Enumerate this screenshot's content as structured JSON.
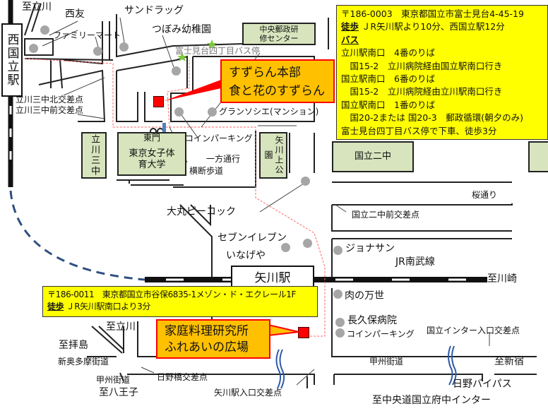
{
  "stations": {
    "nishi_kunitachi": "西国立駅",
    "yagawa": "矢川駅"
  },
  "buildings": {
    "chuo_yusei": "中央郵政研修センター",
    "tachikawa_sanchu": "立川三中",
    "tokyo_joshi": "東京女子体育大学",
    "yagawa_kami_koen": "矢川上公園",
    "kunitachi_nichu": "国立二中"
  },
  "callouts": {
    "honbu_line1": "すずらん本部",
    "honbu_line2": "食と花のすずらん",
    "fureai_line1": "家庭料理研究所",
    "fureai_line2": "ふれあいの広場"
  },
  "info_top": {
    "address": "〒186-0003　東京都国立市富士見台4-45-19",
    "walk_label": "徒歩",
    "walk_text": "ＪR矢川駅より10分、西国立駅12分",
    "bus_label": "バス",
    "lines": [
      "立川駅南口　4番のりば",
      "　国15-2　立川病院経由国立駅南口行き",
      "国立駅南口　6番のりば",
      "　国15-2　立川病院経由立川駅南口行き",
      "国立駅南口　1番のりば",
      "　国20-2または 国20-3　郵政循環(朝夕のみ)",
      "富士見台四丁目バス停で下車、徒歩3分"
    ]
  },
  "info_bottom": {
    "address": "〒186-0011　東京都国立市谷保6835-1メゾン・ド・エクレール1F",
    "walk_label": "徒歩",
    "walk_text": "ＪR矢川駅南口より3分"
  },
  "labels": {
    "to_tachikawa_top": "至立川",
    "seiyu": "西友",
    "sundrug": "サンドラッグ",
    "tsubomi": "つぼみ幼稚園",
    "familymart": "ファミリーマート",
    "bus_stop": "富士見台四丁目バス停",
    "kita_kousaten": "立川三中北交差点",
    "mae_kousaten": "立川三中前交差点",
    "grand": "グランソシエ(マンション)",
    "coin_parking_top": "コインパーキング",
    "east_gate": "東門",
    "one_way": "一方通行",
    "crosswalk": "横断歩道",
    "sakura": "桜通り",
    "daimaru": "大丸ピーコック",
    "nichu_mae": "国立二中前交差点",
    "seven": "セブンイレブン",
    "inageya": "いなげや",
    "jonathan": "ジョナサン",
    "nambu": "JR南武線",
    "to_kawasaki": "至川崎",
    "niku": "肉の万世",
    "nagakubo": "長久保病院",
    "coin_parking_bottom": "コインパーキング",
    "inter_kousaten": "国立インター入口交差点",
    "to_tachikawa_bottom": "至立川",
    "to_haijima": "至拝島",
    "shin_okutama": "新奥多摩街道",
    "koshu_right": "甲州街道",
    "to_shinjuku": "至新宿",
    "koshu_left": "甲州街道",
    "to_hachioji": "至八王子",
    "hinobashi": "日野橋交差点",
    "yagawa_iriguchi": "矢川駅入口交差点",
    "hino_bypass": "日野バイパス",
    "to_chuo": "至中央道国立府中インター"
  }
}
